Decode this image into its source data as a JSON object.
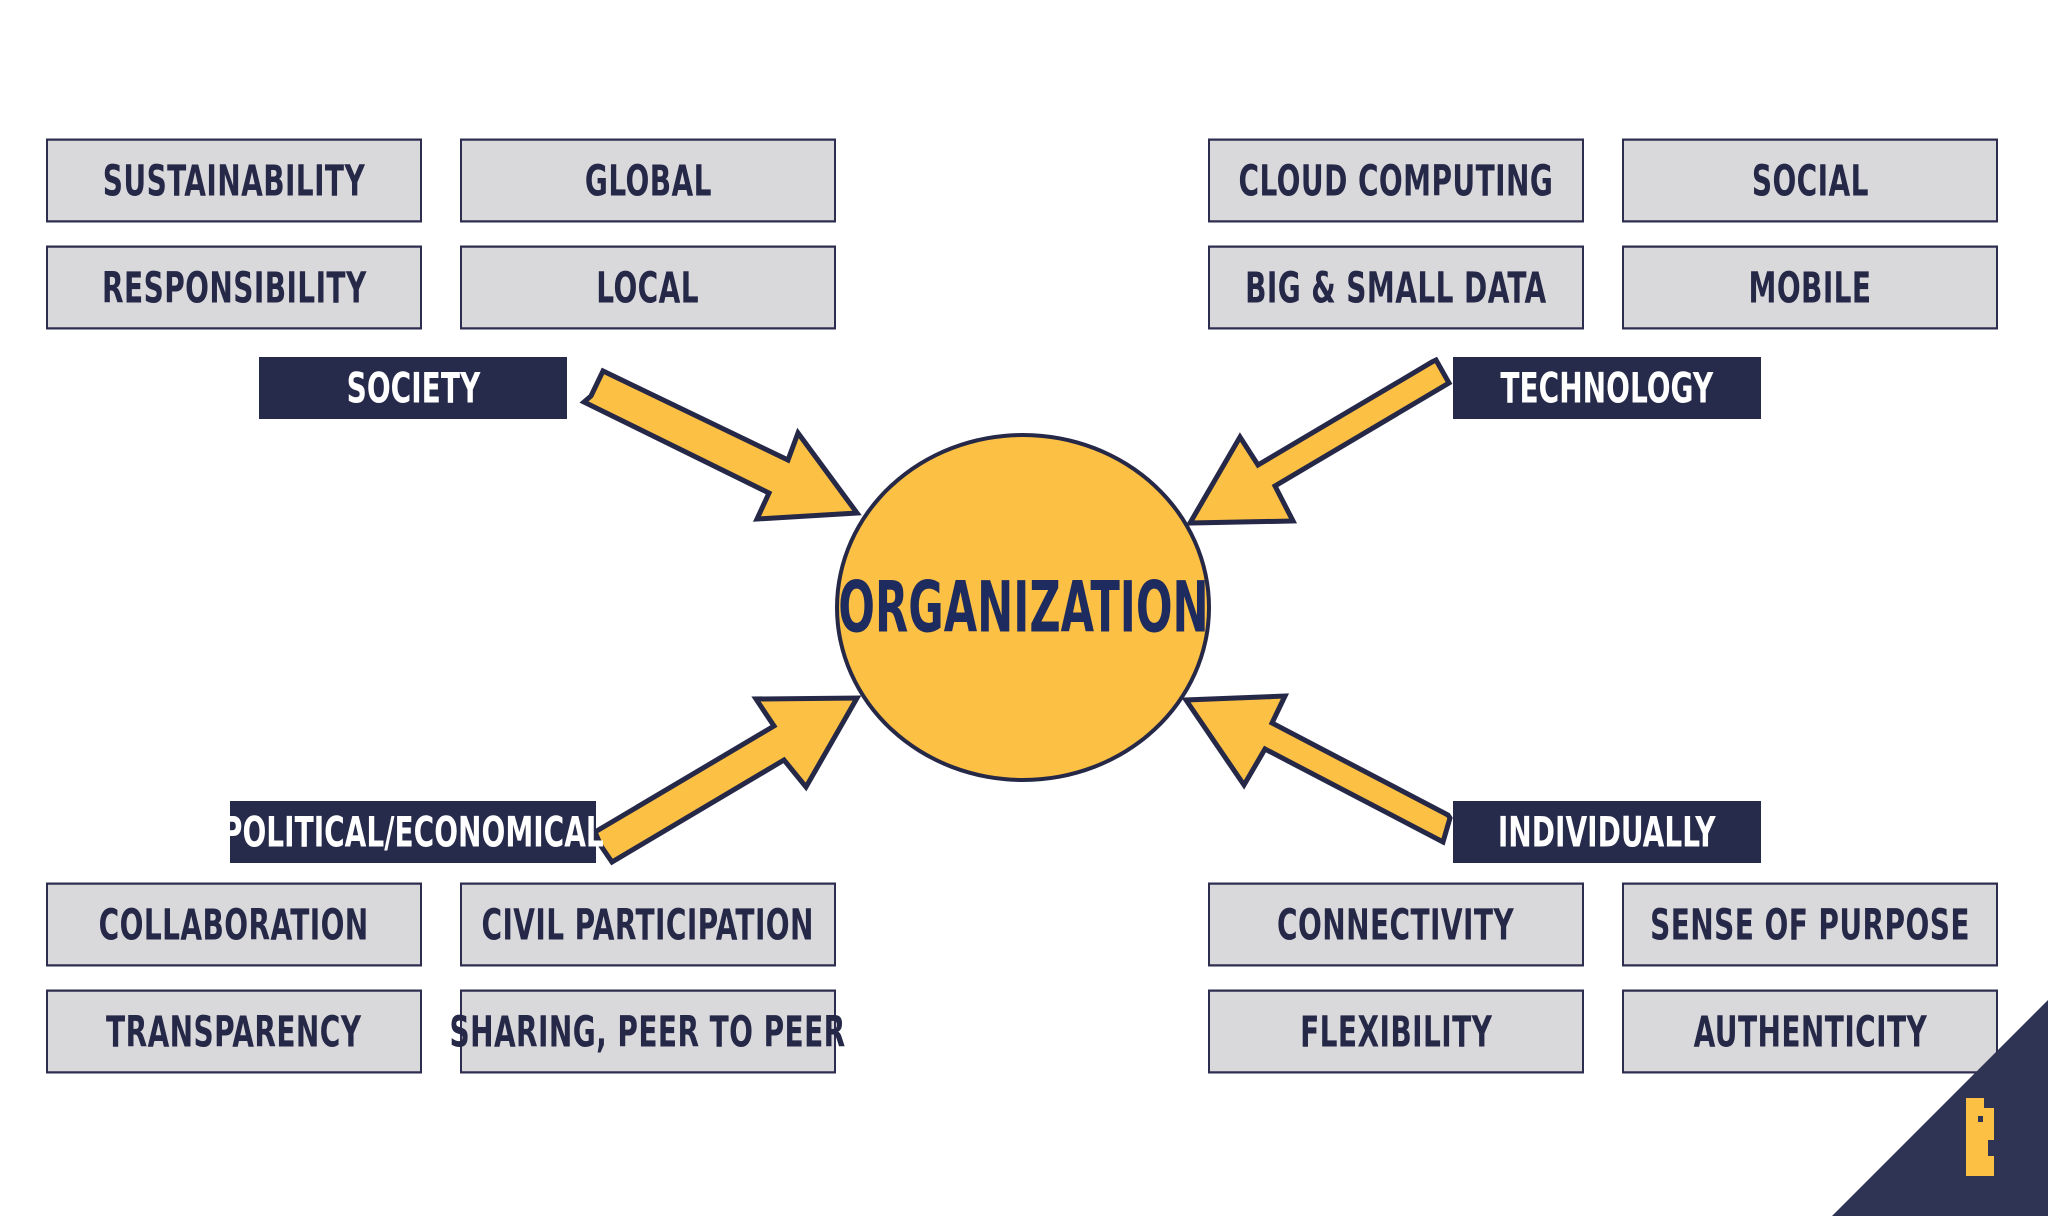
{
  "diagram": {
    "center": "ORGANIZATION",
    "groups": {
      "society": {
        "label": "SOCIETY",
        "items": [
          "SUSTAINABILITY",
          "GLOBAL",
          "RESPONSIBILITY",
          "LOCAL"
        ]
      },
      "technology": {
        "label": "TECHNOLOGY",
        "items": [
          "CLOUD COMPUTING",
          "SOCIAL",
          "BIG & SMALL DATA",
          "MOBILE"
        ]
      },
      "political": {
        "label": "POLITICAL/ECONOMICAL",
        "items": [
          "COLLABORATION",
          "CIVIL PARTICIPATION",
          "TRANSPARENCY",
          "SHARING, PEER TO PEER"
        ]
      },
      "individually": {
        "label": "INDIVIDUALLY",
        "items": [
          "CONNECTIVITY",
          "SENSE OF PURPOSE",
          "FLEXIBILITY",
          "AUTHENTICITY"
        ]
      }
    },
    "colors": {
      "box_fill": "#d9d9dc",
      "box_text": "#262848",
      "label_fill": "#272b4b",
      "accent_yellow": "#fcc044",
      "outline": "#262848"
    },
    "icons": [
      "brand-logo-icon"
    ]
  }
}
